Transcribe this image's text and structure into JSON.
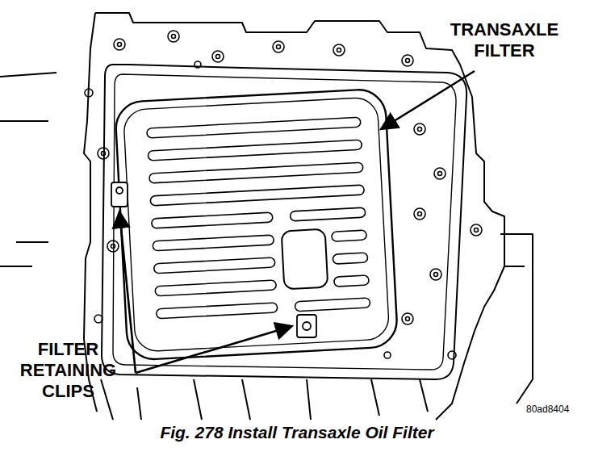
{
  "diagram": {
    "caption": "Fig. 278 Install Transaxle Oil Filter",
    "labels": [
      "TRANSAXLE FILTER",
      "FILTER RETAINING CLIPS",
      "80ad8404"
    ]
  }
}
